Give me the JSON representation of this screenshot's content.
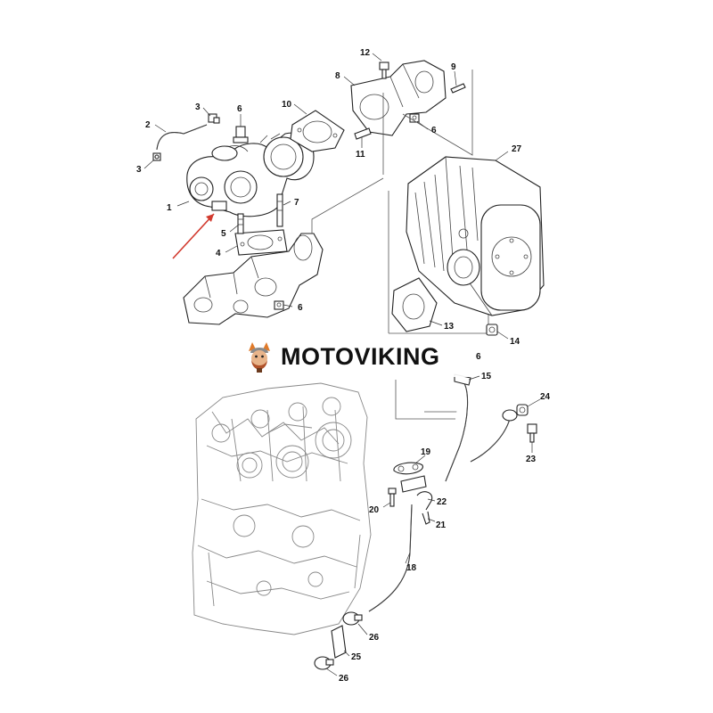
{
  "watermark": {
    "text": "MOTOVIKING"
  },
  "colors": {
    "arrow": "#d23a2e",
    "line": "#222222",
    "engine": "#888888",
    "logo_orange": "#e07a2a"
  },
  "callouts": [
    {
      "id": "1",
      "label": "1"
    },
    {
      "id": "2",
      "label": "2"
    },
    {
      "id": "3a",
      "label": "3"
    },
    {
      "id": "3b",
      "label": "3"
    },
    {
      "id": "4",
      "label": "4"
    },
    {
      "id": "5",
      "label": "5"
    },
    {
      "id": "6a",
      "label": "6"
    },
    {
      "id": "6b",
      "label": "6"
    },
    {
      "id": "6c",
      "label": "6"
    },
    {
      "id": "6d",
      "label": "6"
    },
    {
      "id": "7",
      "label": "7"
    },
    {
      "id": "8",
      "label": "8"
    },
    {
      "id": "9",
      "label": "9"
    },
    {
      "id": "10",
      "label": "10"
    },
    {
      "id": "11",
      "label": "11"
    },
    {
      "id": "12",
      "label": "12"
    },
    {
      "id": "13",
      "label": "13"
    },
    {
      "id": "14",
      "label": "14"
    },
    {
      "id": "15",
      "label": "15"
    },
    {
      "id": "18",
      "label": "18"
    },
    {
      "id": "19",
      "label": "19"
    },
    {
      "id": "20",
      "label": "20"
    },
    {
      "id": "21",
      "label": "21"
    },
    {
      "id": "22",
      "label": "22"
    },
    {
      "id": "23",
      "label": "23"
    },
    {
      "id": "24",
      "label": "24"
    },
    {
      "id": "25",
      "label": "25"
    },
    {
      "id": "26a",
      "label": "26"
    },
    {
      "id": "26b",
      "label": "26"
    },
    {
      "id": "27",
      "label": "27"
    }
  ]
}
